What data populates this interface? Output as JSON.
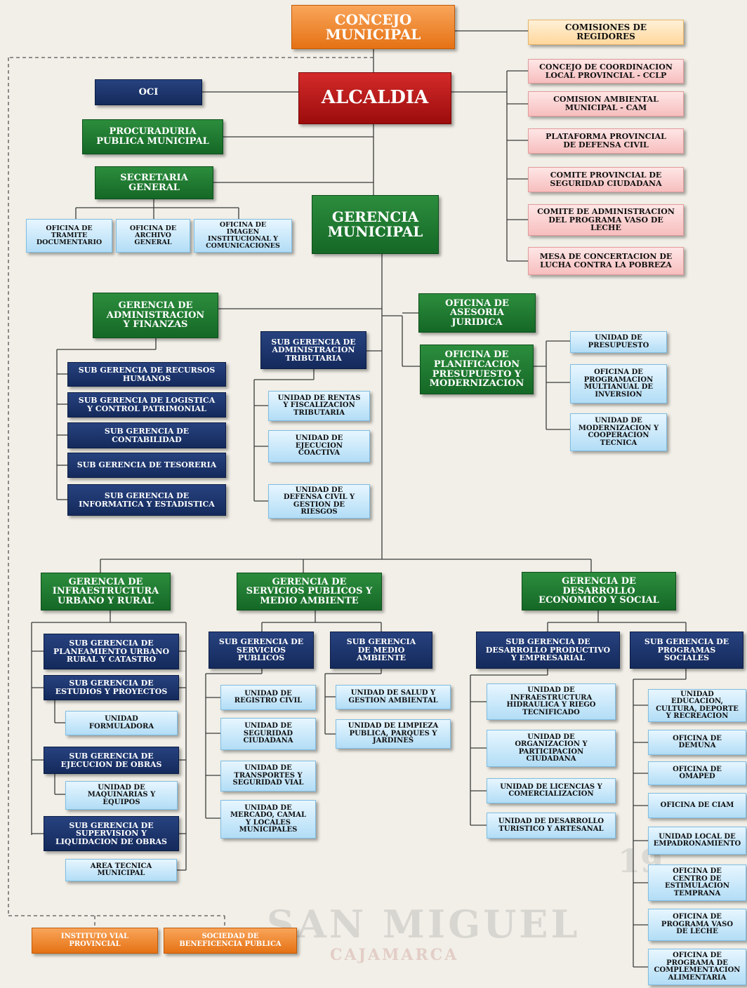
{
  "colors": {
    "orange": "#e57214",
    "red": "#b51515",
    "navy": "#1a3268",
    "green": "#1f7a30",
    "light_blue": "#c4e6fa",
    "pink": "#f9cccc",
    "yellow": "#ffe3b4",
    "background": "#f1efe7"
  },
  "watermark": {
    "main": "SAN MIGUEL",
    "sub": "CAJAMARCA",
    "year": "19"
  },
  "nodes": {
    "concejo": [
      "CONCEJO",
      "MUNICIPAL"
    ],
    "comisiones": [
      "COMISIONES DE",
      "REGIDORES"
    ],
    "oci": [
      "OCI"
    ],
    "alcaldia": [
      "ALCALDIA"
    ],
    "procuraduria": [
      "PROCURADURIA",
      "PUBLICA MUNICIPAL"
    ],
    "secretaria": [
      "SECRETARIA",
      "GENERAL"
    ],
    "of_tramite": [
      "OFICINA DE",
      "TRAMITE",
      "DOCUMENTARIO"
    ],
    "of_archivo": [
      "OFICINA DE",
      "ARCHIVO",
      "GENERAL"
    ],
    "of_imagen": [
      "OFICINA DE",
      "IMAGEN",
      "INSTITUCIONAL Y",
      "COMUNICACIONES"
    ],
    "cclp": [
      "CONCEJO DE COORDINACION",
      "LOCAL PROVINCIAL - CCLP"
    ],
    "cam": [
      "COMISION AMBIENTAL",
      "MUNICIPAL - CAM"
    ],
    "plataforma": [
      "PLATAFORMA PROVINCIAL",
      "DE DEFENSA CIVIL"
    ],
    "comite_seg": [
      "COMITE PROVINCIAL DE",
      "SEGURIDAD CIUDADANA"
    ],
    "comite_vaso": [
      "COMITE DE ADMINISTRACION",
      "DEL PROGRAMA VASO DE",
      "LECHE"
    ],
    "mesa": [
      "MESA DE CONCERTACION DE",
      "LUCHA CONTRA LA POBREZA"
    ],
    "gerencia_municipal": [
      "GERENCIA",
      "MUNICIPAL"
    ],
    "g_admin": [
      "GERENCIA DE",
      "ADMINISTRACION",
      "Y FINANZAS"
    ],
    "sg_rrhh": [
      "SUB GERENCIA DE RECURSOS",
      "HUMANOS"
    ],
    "sg_logistica": [
      "SUB GERENCIA DE LOGISTICA",
      "Y CONTROL PATRIMONIAL"
    ],
    "sg_contabilidad": [
      "SUB GERENCIA DE",
      "CONTABILIDAD"
    ],
    "sg_tesoreria": [
      "SUB GERENCIA DE TESORERIA"
    ],
    "sg_informatica": [
      "SUB GERENCIA DE",
      "INFORMATICA Y ESTADISTICA"
    ],
    "sg_tributaria": [
      "SUB GERENCIA DE",
      "ADMINISTRACION",
      "TRIBUTARIA"
    ],
    "u_rentas": [
      "UNIDAD DE RENTAS",
      "Y FISCALIZACION",
      "TRIBUTARIA"
    ],
    "u_coactiva": [
      "UNIDAD DE",
      "EJECUCION",
      "COACTIVA"
    ],
    "u_defensa": [
      "UNIDAD DE",
      "DEFENSA CIVIL Y",
      "GESTION DE",
      "RIESGOS"
    ],
    "of_asesoria": [
      "OFICINA DE",
      "ASESORIA",
      "JURIDICA"
    ],
    "of_planificacion": [
      "OFICINA DE",
      "PLANIFICACION",
      "PRESUPUESTO Y",
      "MODERNIZACION"
    ],
    "u_presupuesto": [
      "UNIDAD DE",
      "PRESUPUESTO"
    ],
    "of_programacion": [
      "OFICINA DE",
      "PROGRAMACION",
      "MULTIANUAL DE",
      "INVERSION"
    ],
    "u_modernizacion": [
      "UNIDAD DE",
      "MODERNIZACION Y",
      "COOPERACION",
      "TECNICA"
    ],
    "g_infra": [
      "GERENCIA DE",
      "INFRAESTRUCTURA",
      "URBANO Y RURAL"
    ],
    "sg_planeamiento": [
      "SUB GERENCIA DE",
      "PLANEAMIENTO URBANO",
      "RURAL Y CATASTRO"
    ],
    "sg_estudios": [
      "SUB GERENCIA DE",
      "ESTUDIOS Y PROYECTOS"
    ],
    "u_formuladora": [
      "UNIDAD",
      "FORMULADORA"
    ],
    "sg_ejecucion": [
      "SUB GERENCIA DE",
      "EJECUCION DE OBRAS"
    ],
    "u_maquinarias": [
      "UNIDAD DE",
      "MAQUINARIAS Y",
      "EQUIPOS"
    ],
    "sg_supervision": [
      "SUB GERENCIA DE",
      "SUPERVISION Y",
      "LIQUIDACION DE OBRAS"
    ],
    "area_tecnica": [
      "AREA TECNICA",
      "MUNICIPAL"
    ],
    "g_servicios": [
      "GERENCIA DE",
      "SERVICIOS PUBLICOS Y",
      "MEDIO AMBIENTE"
    ],
    "sg_servicios": [
      "SUB GERENCIA DE",
      "SERVICIOS",
      "PUBLICOS"
    ],
    "u_registro": [
      "UNIDAD DE",
      "REGISTRO CIVIL"
    ],
    "u_seguridad": [
      "UNIDAD DE",
      "SEGURIDAD",
      "CIUDADANA"
    ],
    "u_transportes": [
      "UNIDAD DE",
      "TRANSPORTES Y",
      "SEGURIDAD VIAL"
    ],
    "u_mercado": [
      "UNIDAD DE",
      "MERCADO, CAMAL",
      "Y LOCALES",
      "MUNICIPALES"
    ],
    "sg_medio": [
      "SUB GERENCIA",
      "DE MEDIO",
      "AMBIENTE"
    ],
    "u_salud": [
      "UNIDAD DE SALUD Y",
      "GESTION AMBIENTAL"
    ],
    "u_limpieza": [
      "UNIDAD DE LIMPIEZA",
      "PUBLICA, PARQUES Y",
      "JARDINES"
    ],
    "g_desarrollo": [
      "GERENCIA DE",
      "DESARROLLO",
      "ECONOMICO Y SOCIAL"
    ],
    "sg_productivo": [
      "SUB GERENCIA DE",
      "DESARROLLO PRODUCTIVO",
      "Y EMPRESARIAL"
    ],
    "u_infra_hidraulica": [
      "UNIDAD DE",
      "INFRAESTRUCTURA",
      "HIDRAULICA Y RIEGO",
      "TECNIFICADO"
    ],
    "u_organizacion": [
      "UNIDAD DE",
      "ORGANIZACION Y",
      "PARTICIPACION",
      "CIUDADANA"
    ],
    "u_licencias": [
      "UNIDAD DE LICENCIAS Y",
      "COMERCIALIZACION"
    ],
    "u_turistico": [
      "UNIDAD DE DESARROLLO",
      "TURISTICO Y ARTESANAL"
    ],
    "sg_programas": [
      "SUB GERENCIA DE",
      "PROGRAMAS",
      "SOCIALES"
    ],
    "u_educacion": [
      "UNIDAD",
      "EDUCACION,",
      "CULTURA, DEPORTE",
      "Y RECREACION"
    ],
    "of_demuna": [
      "OFICINA DE",
      "DEMUNA"
    ],
    "of_omaped": [
      "OFICINA DE",
      "OMAPED"
    ],
    "of_ciam": [
      "OFICINA DE CIAM"
    ],
    "u_empadronamiento": [
      "UNIDAD LOCAL DE",
      "EMPADRONAMIENTO"
    ],
    "of_estimulacion": [
      "OFICINA DE",
      "CENTRO DE",
      "ESTIMULACION",
      "TEMPRANA"
    ],
    "of_vaso": [
      "OFICINA DE",
      "PROGRAMA VASO",
      "DE LECHE"
    ],
    "of_complementacion": [
      "OFICINA DE",
      "PROGRAMA DE",
      "COMPLEMENTACION",
      "ALIMENTARIA"
    ],
    "instituto_vial": [
      "INSTITUTO VIAL",
      "PROVINCIAL"
    ],
    "sociedad": [
      "SOCIEDAD DE",
      "BENEFICENCIA PUBLICA"
    ]
  }
}
